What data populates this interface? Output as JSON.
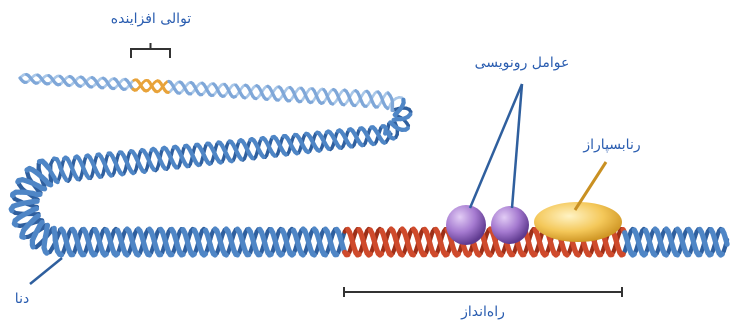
{
  "labels": {
    "enhancer": "توالی افزاینده",
    "transcription_factors": "عوامل رونویسی",
    "rna_polymerase": "رنابسپاراز",
    "dna": "دنا",
    "promoter": "راه‌انداز"
  },
  "colors": {
    "label_text": "#2a5db0",
    "dna_blue": "#4f86c6",
    "dna_blue_dark": "#2f5f9e",
    "dna_blue_light": "#a9c7e8",
    "promoter_red": "#cf4a2c",
    "promoter_red_dark": "#9d2f18",
    "enhancer_orange": "#e8a33a",
    "factor_purple": "#9b6fc7",
    "polymerase_yellow": "#f2c14e",
    "bracket": "#333333"
  }
}
